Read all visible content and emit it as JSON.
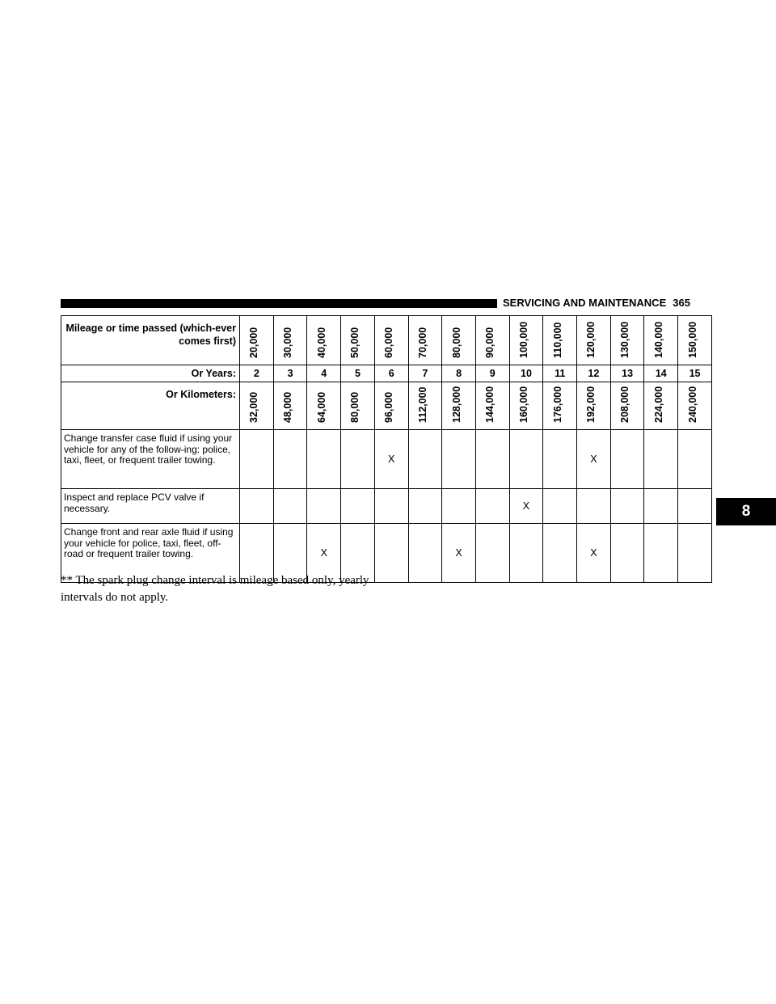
{
  "header": {
    "section": "SERVICING AND MAINTENANCE",
    "page_number": "365"
  },
  "chapter_tab": "8",
  "table": {
    "mileage_label": "Mileage or time passed (which-ever comes first)",
    "years_label": "Or Years:",
    "km_label": "Or Kilometers:",
    "miles": [
      "20,000",
      "30,000",
      "40,000",
      "50,000",
      "60,000",
      "70,000",
      "80,000",
      "90,000",
      "100,000",
      "110,000",
      "120,000",
      "130,000",
      "140,000",
      "150,000"
    ],
    "years": [
      "2",
      "3",
      "4",
      "5",
      "6",
      "7",
      "8",
      "9",
      "10",
      "11",
      "12",
      "13",
      "14",
      "15"
    ],
    "kilometers": [
      "32,000",
      "48,000",
      "64,000",
      "80,000",
      "96,000",
      "112,000",
      "128,000",
      "144,000",
      "160,000",
      "176,000",
      "192,000",
      "208,000",
      "224,000",
      "240,000"
    ],
    "tasks": [
      {
        "text": "Change transfer case fluid if using your vehicle for any of the follow-ing: police, taxi, fleet, or frequent trailer towing.",
        "marks": [
          "",
          "",
          "",
          "",
          "X",
          "",
          "",
          "",
          "",
          "",
          "X",
          "",
          "",
          ""
        ]
      },
      {
        "text": "Inspect and replace PCV valve if necessary.",
        "marks": [
          "",
          "",
          "",
          "",
          "",
          "",
          "",
          "",
          "X",
          "",
          "",
          "",
          "",
          ""
        ]
      },
      {
        "text": "Change front and rear axle fluid if using your vehicle for police, taxi, fleet, off-road or frequent trailer towing.",
        "marks": [
          "",
          "",
          "X",
          "",
          "",
          "",
          "X",
          "",
          "",
          "",
          "X",
          "",
          "",
          ""
        ]
      }
    ]
  },
  "footnote": "** The spark plug change interval is mileage based only, yearly intervals do not apply."
}
